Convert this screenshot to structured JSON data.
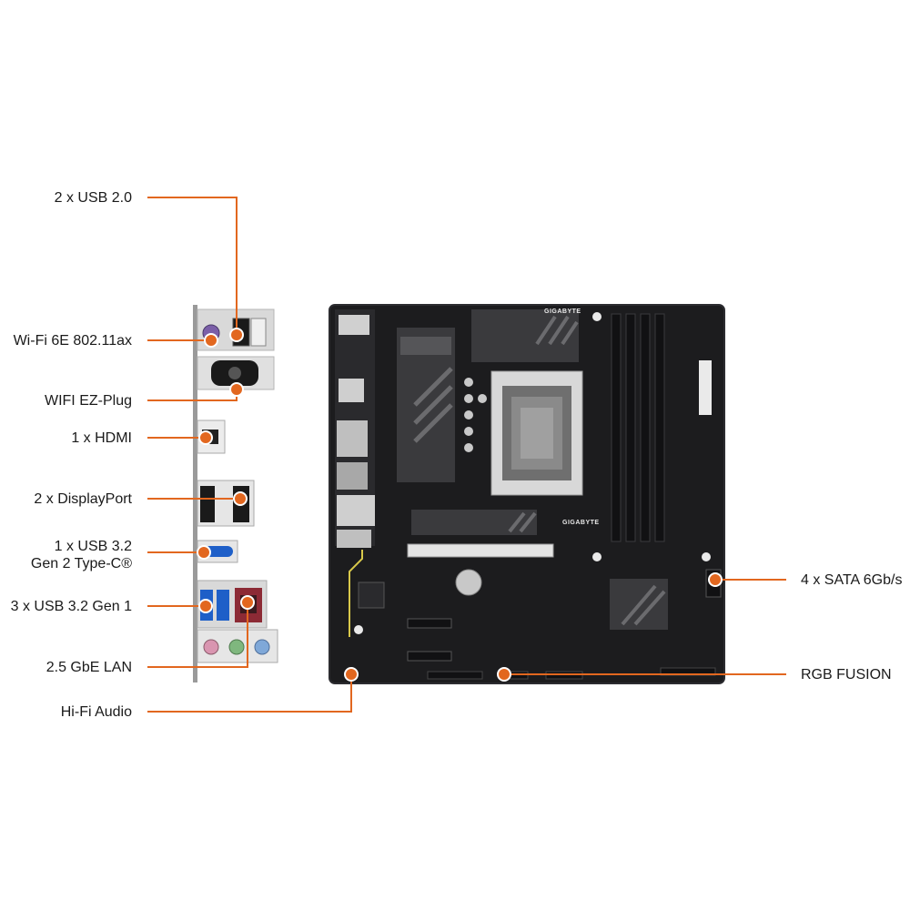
{
  "callouts": {
    "usb20": "2 x USB 2.0",
    "wifi": "Wi-Fi 6E 802.11ax",
    "ezplug": "WIFI EZ-Plug",
    "hdmi": "1 x HDMI",
    "displayport": "2 x DisplayPort",
    "typec_line1": "1 x USB 3.2",
    "typec_line2": "Gen 2 Type-C®",
    "usb32gen1": "3 x USB 3.2 Gen 1",
    "lan": "2.5 GbE LAN",
    "audio": "Hi-Fi Audio",
    "sata": "4 x SATA 6Gb/s",
    "rgb": "RGB FUSION"
  },
  "board_text": {
    "brand_top": "GIGABYTE",
    "brand_mid": "GIGABYTE"
  },
  "colors": {
    "accent": "#e2671f",
    "board": "#1c1c1e",
    "heatsink": "#3a3a3d",
    "usb3_blue": "#1e5fc8",
    "lan_red": "#8c2a35"
  }
}
